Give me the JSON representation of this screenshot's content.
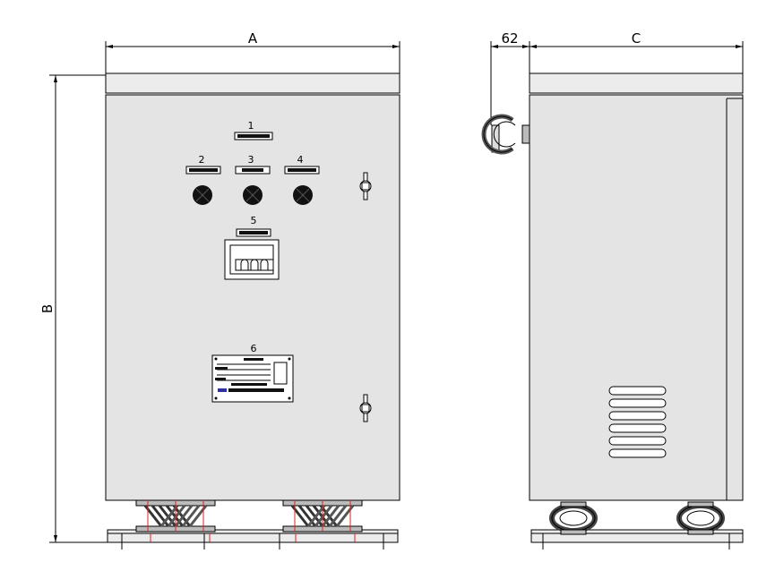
{
  "front": {
    "dim_width": "A",
    "dim_height": "B",
    "labels": [
      "1",
      "2",
      "3",
      "4",
      "5",
      "6"
    ]
  },
  "side": {
    "dim_offset": "62",
    "dim_depth": "C"
  },
  "colors": {
    "panel": "#e4e4e4",
    "outline": "#000000",
    "lamp": "#111111",
    "footing_mark": "#e02020"
  }
}
